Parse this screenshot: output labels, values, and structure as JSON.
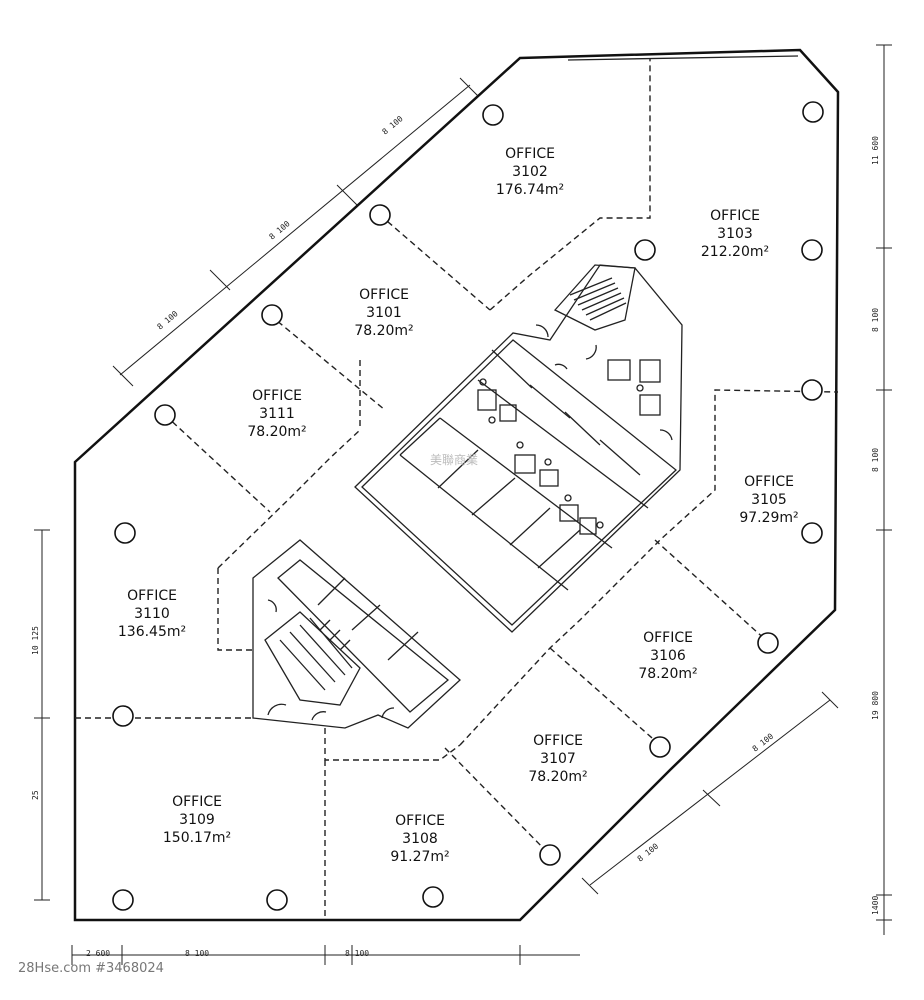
{
  "offices": [
    {
      "id": "3102",
      "type_label": "OFFICE",
      "number": "3102",
      "area": "176.74m²"
    },
    {
      "id": "3103",
      "type_label": "OFFICE",
      "number": "3103",
      "area": "212.20m²"
    },
    {
      "id": "3101",
      "type_label": "OFFICE",
      "number": "3101",
      "area": "78.20m²"
    },
    {
      "id": "3111",
      "type_label": "OFFICE",
      "number": "3111",
      "area": "78.20m²"
    },
    {
      "id": "3105",
      "type_label": "OFFICE",
      "number": "3105",
      "area": "97.29m²"
    },
    {
      "id": "3110",
      "type_label": "OFFICE",
      "number": "3110",
      "area": "136.45m²"
    },
    {
      "id": "3106",
      "type_label": "OFFICE",
      "number": "3106",
      "area": "78.20m²"
    },
    {
      "id": "3107",
      "type_label": "OFFICE",
      "number": "3107",
      "area": "78.20m²"
    },
    {
      "id": "3109",
      "type_label": "OFFICE",
      "number": "3109",
      "area": "150.17m²"
    },
    {
      "id": "3108",
      "type_label": "OFFICE",
      "number": "3108",
      "area": "91.27m²"
    }
  ],
  "dimensions": {
    "top_diagonal": [
      "8 100",
      "8 100",
      "8 100"
    ],
    "right_side": [
      "11 600",
      "8 100",
      "8 100",
      "19 800",
      "1400"
    ],
    "left_side": [
      "10 125",
      "25"
    ],
    "bottom": [
      "2 600",
      "8 100",
      "8 100"
    ],
    "bottom_right_diagonal": [
      "8 100",
      "8 100"
    ]
  },
  "watermark": {
    "site": "28Hse.com #3468024",
    "center": "美聯商業"
  }
}
